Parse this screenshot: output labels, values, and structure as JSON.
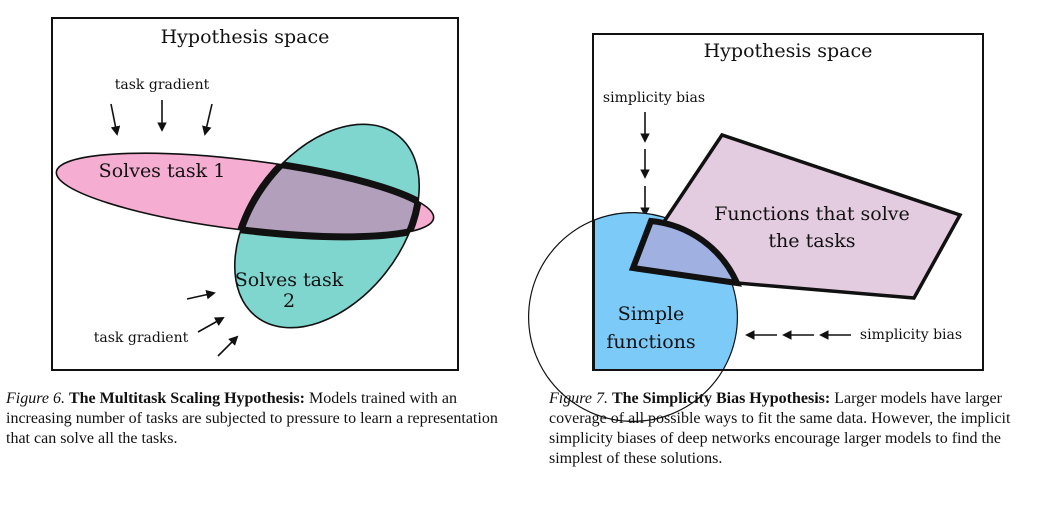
{
  "figure6": {
    "box_title": "Hypothesis space",
    "top_arrows_label": "task gradient",
    "region1_label": "Solves task 1",
    "region2_label_line1": "Solves task",
    "region2_label_line2": "2",
    "bottom_arrows_label": "task gradient",
    "colors": {
      "task1_fill": "#f5aed2",
      "task2_fill": "#7fd6cf",
      "overlap_fill": "#b29fbb",
      "outline": "#111111"
    },
    "caption": {
      "number": "Figure 6.",
      "title": "The Multitask Scaling Hypothesis:",
      "text": "Models trained with an increasing number of tasks are subjected to pressure to learn a representation that can solve all the tasks."
    }
  },
  "figure7": {
    "box_title": "Hypothesis space",
    "left_arrows_label": "simplicity bias",
    "region_solve_line1": "Functions that solve",
    "region_solve_line2": "the tasks",
    "region_simple_line1": "Simple",
    "region_simple_line2": "functions",
    "right_arrows_label": "simplicity bias",
    "colors": {
      "solve_fill": "#e3cbe0",
      "simple_fill": "#7ccaf8",
      "overlap_fill": "#a0b0e0",
      "outline": "#111111"
    },
    "caption": {
      "number": "Figure 7.",
      "title": "The Simplicity Bias Hypothesis:",
      "text": "Larger models have larger coverage of all possible ways to fit the same data. However, the implicit simplicity biases of deep networks encourage larger models to find the simplest of these solutions."
    }
  }
}
